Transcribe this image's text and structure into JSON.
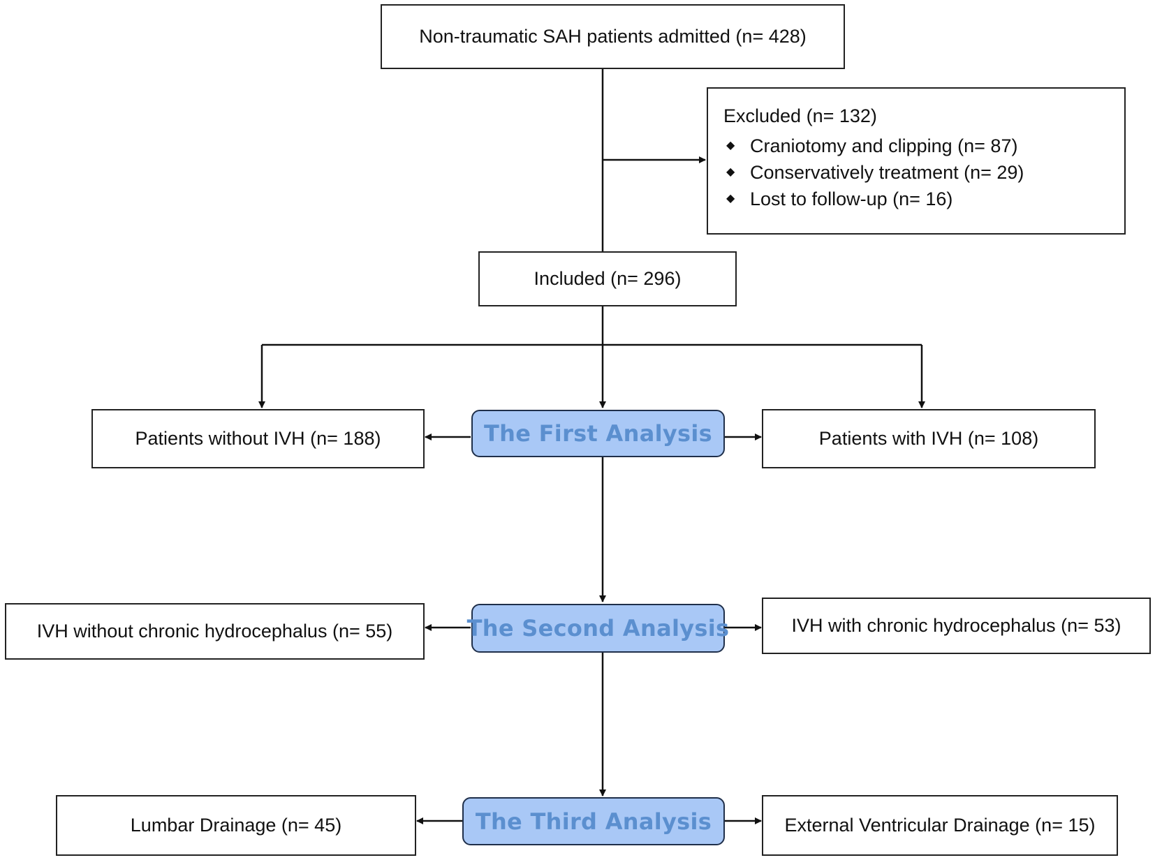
{
  "nodes": {
    "admitted": "Non-traumatic SAH patients admitted (n= 428)",
    "excluded": {
      "title": "Excluded (n= 132)",
      "items": [
        "Craniotomy and clipping (n= 87)",
        "Conservatively treatment (n= 29)",
        "Lost to follow-up (n= 16)"
      ]
    },
    "included": "Included (n= 296)",
    "without_ivh": "Patients without IVH (n= 188)",
    "first_analysis": "The First Analysis",
    "with_ivh": "Patients with IVH (n= 108)",
    "ivh_without_hydro": "IVH without chronic hydrocephalus (n= 55)",
    "second_analysis": "The Second Analysis",
    "ivh_with_hydro": "IVH with chronic hydrocephalus (n= 53)",
    "lumbar": "Lumbar Drainage (n= 45)",
    "third_analysis": "The Third Analysis",
    "evd": "External Ventricular Drainage (n= 15)"
  },
  "colors": {
    "analysis_fill": "#a9c8f6",
    "analysis_text": "#5b8fcf",
    "line": "#111111"
  },
  "bullet_icon": "diamond-bullet-icon"
}
